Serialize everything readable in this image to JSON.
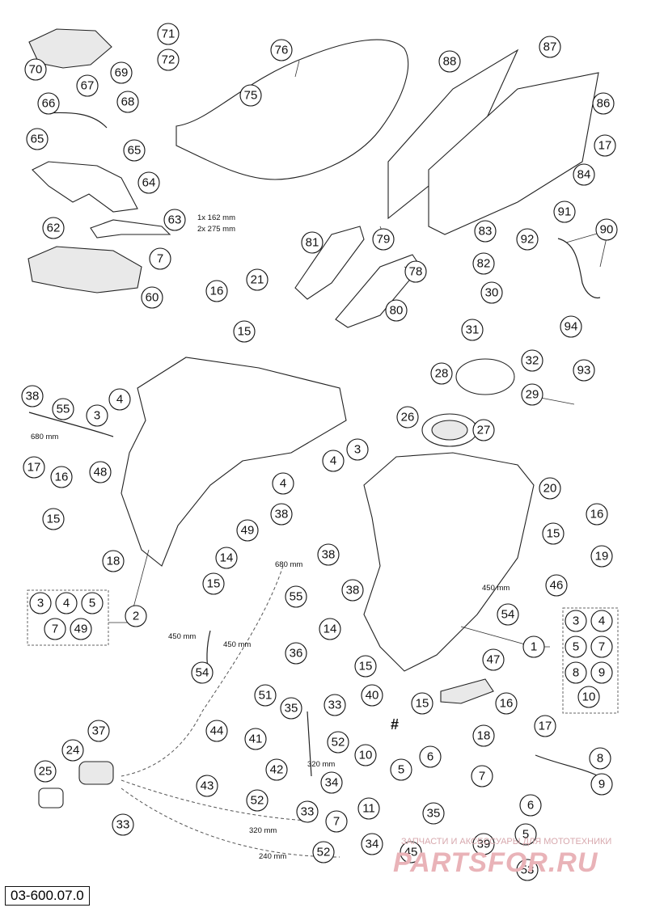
{
  "drawing": {
    "number": "03-600.07.0",
    "marker": "#"
  },
  "dimensions": {
    "frame_straps": [
      "1x 162 mm",
      "2x 275 mm"
    ],
    "hose_680_left": "680 mm",
    "hose_680_center": "680 mm",
    "hose_450_right": "450 mm",
    "hose_450_left_a": "450 mm",
    "hose_450_left_b": "450 mm",
    "hose_320_a": "320 mm",
    "hose_320_b": "320 mm",
    "hose_240": "240 mm"
  },
  "watermark": {
    "caption": "ЗАПЧАСТИ И АКСЕССУАРЫ ДЛЯ МОТОТЕХНИКИ",
    "brand": "PARTSFOR.RU"
  },
  "callouts": [
    {
      "label": "71"
    },
    {
      "label": "72"
    },
    {
      "label": "70"
    },
    {
      "label": "76"
    },
    {
      "label": "75"
    },
    {
      "label": "88"
    },
    {
      "label": "87"
    },
    {
      "label": "69"
    },
    {
      "label": "67"
    },
    {
      "label": "68"
    },
    {
      "label": "66"
    },
    {
      "label": "86"
    },
    {
      "label": "17"
    },
    {
      "label": "65"
    },
    {
      "label": "65"
    },
    {
      "label": "64"
    },
    {
      "label": "84"
    },
    {
      "label": "63"
    },
    {
      "label": "91"
    },
    {
      "label": "90"
    },
    {
      "label": "62"
    },
    {
      "label": "83"
    },
    {
      "label": "92"
    },
    {
      "label": "81"
    },
    {
      "label": "79"
    },
    {
      "label": "7"
    },
    {
      "label": "82"
    },
    {
      "label": "78"
    },
    {
      "label": "21"
    },
    {
      "label": "16"
    },
    {
      "label": "60"
    },
    {
      "label": "30"
    },
    {
      "label": "80"
    },
    {
      "label": "94"
    },
    {
      "label": "15"
    },
    {
      "label": "31"
    },
    {
      "label": "32"
    },
    {
      "label": "93"
    },
    {
      "label": "28"
    },
    {
      "label": "29"
    },
    {
      "label": "38"
    },
    {
      "label": "4"
    },
    {
      "label": "55"
    },
    {
      "label": "3"
    },
    {
      "label": "26"
    },
    {
      "label": "27"
    },
    {
      "label": "3"
    },
    {
      "label": "17"
    },
    {
      "label": "16"
    },
    {
      "label": "48"
    },
    {
      "label": "20"
    },
    {
      "label": "4"
    },
    {
      "label": "16"
    },
    {
      "label": "15"
    },
    {
      "label": "38"
    },
    {
      "label": "15"
    },
    {
      "label": "19"
    },
    {
      "label": "49"
    },
    {
      "label": "38"
    },
    {
      "label": "4"
    },
    {
      "label": "18"
    },
    {
      "label": "14"
    },
    {
      "label": "46"
    },
    {
      "label": "15"
    },
    {
      "label": "55"
    },
    {
      "label": "38"
    },
    {
      "label": "54"
    },
    {
      "label": "3"
    },
    {
      "label": "4"
    },
    {
      "label": "5"
    },
    {
      "label": "2"
    },
    {
      "label": "7"
    },
    {
      "label": "49"
    },
    {
      "label": "3"
    },
    {
      "label": "4"
    },
    {
      "label": "14"
    },
    {
      "label": "1"
    },
    {
      "label": "5"
    },
    {
      "label": "7"
    },
    {
      "label": "36"
    },
    {
      "label": "15"
    },
    {
      "label": "47"
    },
    {
      "label": "8"
    },
    {
      "label": "9"
    },
    {
      "label": "54"
    },
    {
      "label": "51"
    },
    {
      "label": "40"
    },
    {
      "label": "10"
    },
    {
      "label": "33"
    },
    {
      "label": "15"
    },
    {
      "label": "35"
    },
    {
      "label": "16"
    },
    {
      "label": "44"
    },
    {
      "label": "37"
    },
    {
      "label": "52"
    },
    {
      "label": "18"
    },
    {
      "label": "17"
    },
    {
      "label": "41"
    },
    {
      "label": "24"
    },
    {
      "label": "10"
    },
    {
      "label": "8"
    },
    {
      "label": "6"
    },
    {
      "label": "42"
    },
    {
      "label": "5"
    },
    {
      "label": "25"
    },
    {
      "label": "34"
    },
    {
      "label": "7"
    },
    {
      "label": "9"
    },
    {
      "label": "43"
    },
    {
      "label": "52"
    },
    {
      "label": "11"
    },
    {
      "label": "6"
    },
    {
      "label": "33"
    },
    {
      "label": "35"
    },
    {
      "label": "33"
    },
    {
      "label": "7"
    },
    {
      "label": "5"
    },
    {
      "label": "34"
    },
    {
      "label": "45"
    },
    {
      "label": "52"
    },
    {
      "label": "39"
    },
    {
      "label": "53"
    }
  ]
}
